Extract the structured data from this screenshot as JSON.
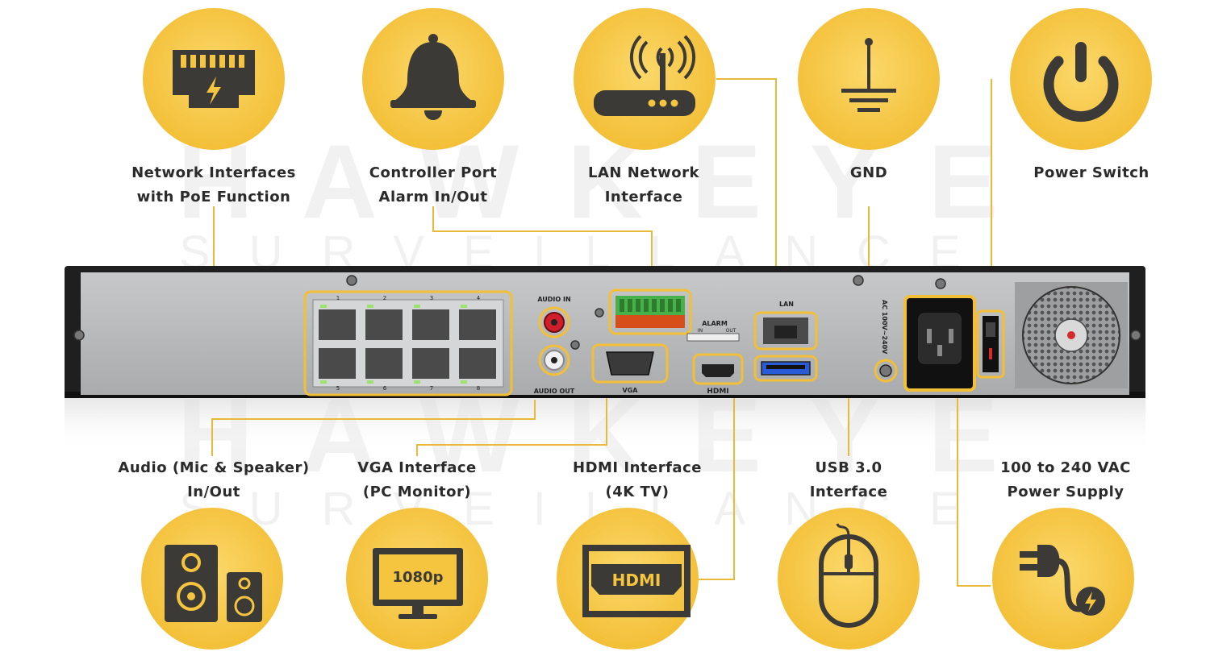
{
  "watermark": {
    "brand": "HAWKEYE",
    "tagline": "SURVEILLANCE"
  },
  "device": {
    "labels": {
      "audio_in": "AUDIO IN",
      "audio_out": "AUDIO OUT",
      "vga": "VGA",
      "hdmi": "HDMI",
      "lan": "LAN",
      "alarm": "ALARM",
      "alarm_in": "IN",
      "alarm_out": "OUT",
      "power_rating": "AC 100V~240V",
      "port_numbers_top": [
        "1",
        "2",
        "3",
        "4"
      ],
      "port_numbers_bottom": [
        "5",
        "6",
        "7",
        "8"
      ]
    }
  },
  "callouts_top": [
    {
      "line1": "Network Interfaces",
      "line2": "with PoE Function",
      "icon": "ethernet-port-icon"
    },
    {
      "line1": "Controller Port",
      "line2": "Alarm In/Out",
      "icon": "bell-icon"
    },
    {
      "line1": "LAN Network",
      "line2": "Interface",
      "icon": "router-icon"
    },
    {
      "line1": "GND",
      "line2": "",
      "icon": "ground-icon"
    },
    {
      "line1": "Power Switch",
      "line2": "",
      "icon": "power-icon"
    }
  ],
  "callouts_bottom": [
    {
      "line1": "Audio (Mic & Speaker)",
      "line2": "In/Out",
      "icon": "speakers-icon"
    },
    {
      "line1": "VGA Interface",
      "line2": "(PC Monitor)",
      "icon": "monitor-icon",
      "icon_text": "1080p"
    },
    {
      "line1": "HDMI Interface",
      "line2": "(4K TV)",
      "icon": "hdmi-icon",
      "icon_text": "HDMI"
    },
    {
      "line1": "USB 3.0",
      "line2": "Interface",
      "icon": "mouse-icon"
    },
    {
      "line1": "100 to 240 VAC",
      "line2": "Power Supply",
      "icon": "power-plug-icon"
    }
  ],
  "colors": {
    "accent": "#f5c53f",
    "line": "#e9b93a",
    "icon": "#3b3a36",
    "chassis": "#1f1f1f",
    "panel": "#b7b9bb"
  }
}
